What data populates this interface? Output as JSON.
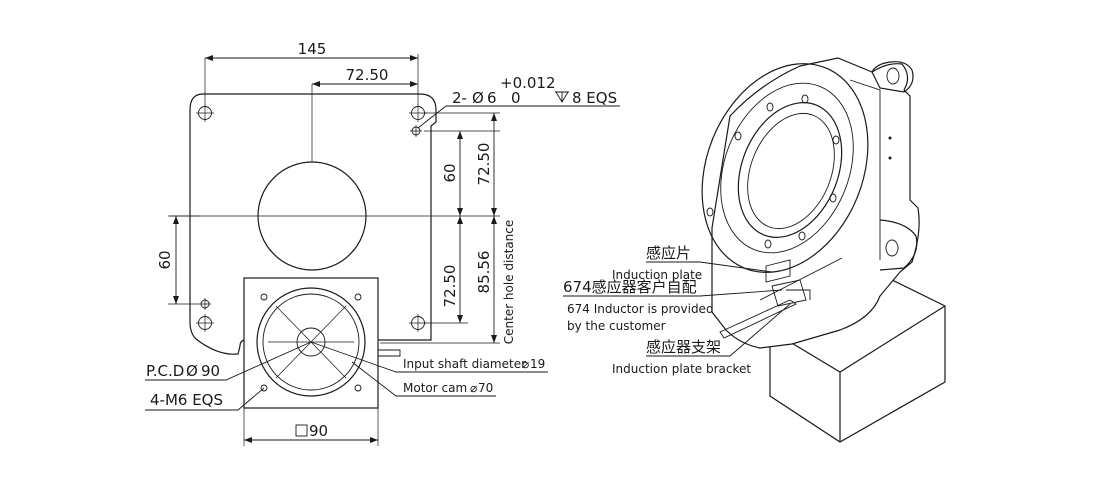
{
  "dimensions": {
    "width_145": "145",
    "half_72_50_top": "72.50",
    "tol_upper": "+0.012",
    "tol_lower": "0",
    "hole_prefix": "2-",
    "hole_diameter": "6",
    "hole_depth": "8 EQS",
    "v_60_left": "60",
    "v_60_right": "60",
    "v_72_50_upper": "72.50",
    "v_72_50_lower": "72.50",
    "v_85_56": "85.56",
    "center_hole_distance": "Center hole distance",
    "pcd_prefix": "P.C.D",
    "pcd_value": "90",
    "m6": "4-M6 EQS",
    "square_90": "90"
  },
  "callouts": {
    "input_shaft": "Input shaft diameter",
    "input_shaft_value": "19",
    "motor_cam": "Motor cam",
    "motor_cam_value": "70"
  },
  "iso_labels": {
    "induction_plate_cn": "感应片",
    "induction_plate_en": "Induction plate",
    "inductor_cn": "674感应器客户自配",
    "inductor_en_line1": "674 Inductor is provided",
    "inductor_en_line2": "by the customer",
    "bracket_cn": "感应器支架",
    "bracket_en": "Induction plate bracket"
  }
}
